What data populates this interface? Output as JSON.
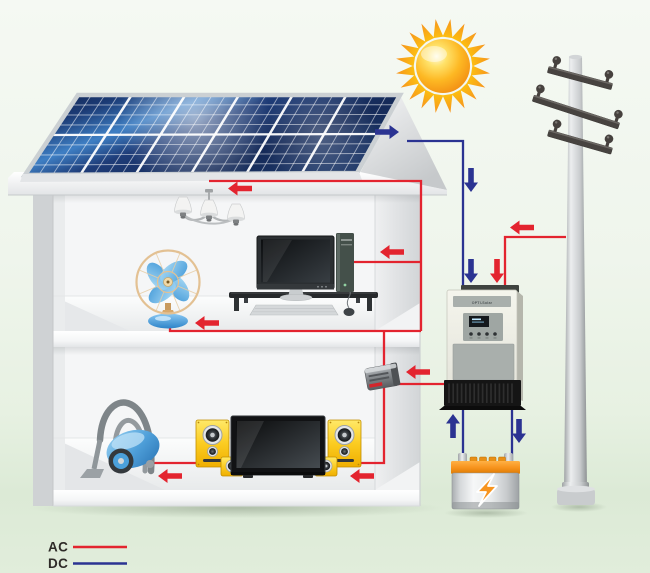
{
  "legend": {
    "ac_label": "AC",
    "dc_label": "DC",
    "ac_color": "#E3242F",
    "dc_color": "#2B3392"
  },
  "inverter": {
    "brand_label": "OPTI-Solar"
  },
  "colors": {
    "sun_orange": "#F6921E",
    "panel_blue": "#1E3A74",
    "battery_accent": "#F7941E",
    "speaker_yellow": "#F7BE00",
    "background_green": "#E6F0E1"
  },
  "diagram": {
    "type": "solar-home-energy-flow",
    "dc_flows": [
      {
        "from": "solar-panel",
        "to": "inverter"
      },
      {
        "from": "inverter",
        "to": "battery"
      },
      {
        "from": "battery",
        "to": "inverter"
      }
    ],
    "ac_flows": [
      {
        "from": "utility-pole",
        "to": "inverter"
      },
      {
        "from": "inverter",
        "to": "wall-adapter"
      },
      {
        "from": "wall-adapter",
        "to": "upper-floor-appliances"
      },
      {
        "from": "wall-adapter",
        "to": "lower-floor-appliances"
      }
    ],
    "appliances": [
      "chandelier",
      "table-fan",
      "computer",
      "home-theater",
      "vacuum-cleaner"
    ]
  }
}
